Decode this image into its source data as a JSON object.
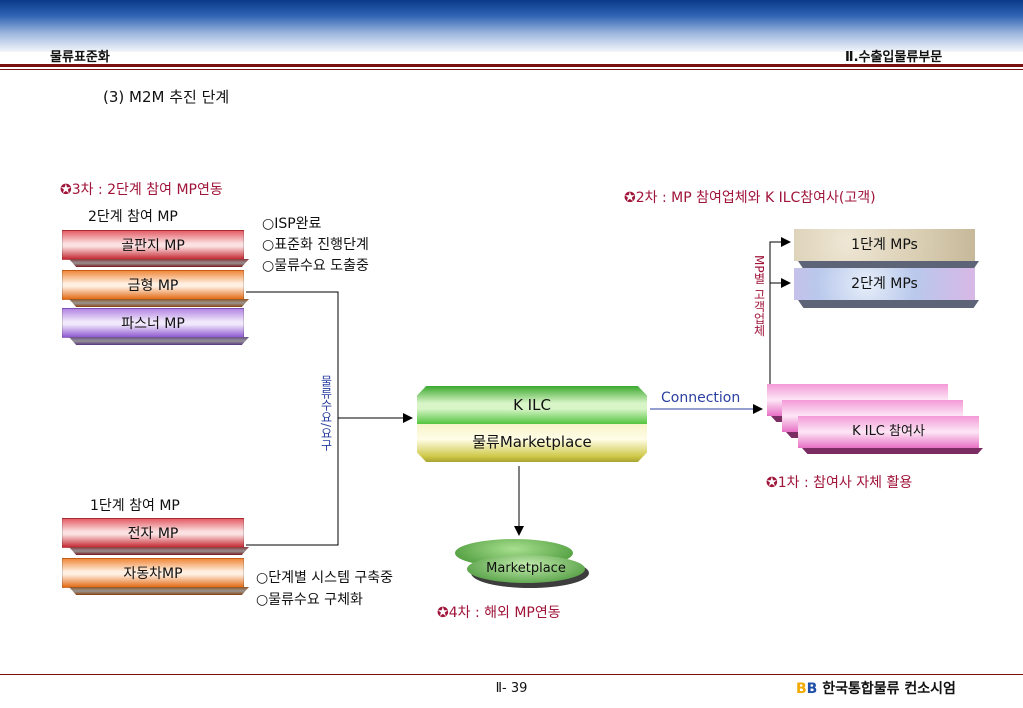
{
  "header": {
    "left": "물류표준화",
    "right": "Ⅱ.수출입물류부문"
  },
  "subtitle": "(3) M2M 추진 단계",
  "stage3": {
    "title": "3차 : 2단계 참여 MP연동",
    "group_label": "2단계 참여 MP",
    "mps": [
      "골판지 MP",
      "금형 MP",
      "파스너 MP"
    ],
    "notes": [
      "○ISP완료",
      "○표준화 진행단계",
      "○물류수요 도출중"
    ]
  },
  "stage1_group": {
    "group_label": "1단계 참여 MP",
    "mps": [
      "전자 MP",
      "자동차MP"
    ],
    "notes": [
      "○단계별 시스템 구축중",
      "○물류수요 구체화"
    ]
  },
  "flow_label": "물류수요/요구",
  "center": {
    "top": "K ILC",
    "bottom": "물류Marketplace"
  },
  "marketplace": "Marketplace",
  "stage4": "4차 : 해외 MP연동",
  "connection": "Connection",
  "stage2": {
    "title": "2차 : MP 참여업체와 K ILC참여사(고객)",
    "vertical": "MP별 고객업체",
    "boxes": [
      "1단계 MPs",
      "2단계 MPs"
    ]
  },
  "participants": {
    "label": "K ILC 참여사"
  },
  "stage1": "1차 : 참여사 자체 활용",
  "footer": {
    "page": "Ⅱ- 39",
    "logo_mark_1": "B",
    "logo_mark_2": "B",
    "logo_text": "한국통합물류 컨소시엄"
  },
  "colors": {
    "title_red": "#a0143a",
    "rule": "#7a0f0f",
    "connection_blue": "#2a3fa0"
  }
}
